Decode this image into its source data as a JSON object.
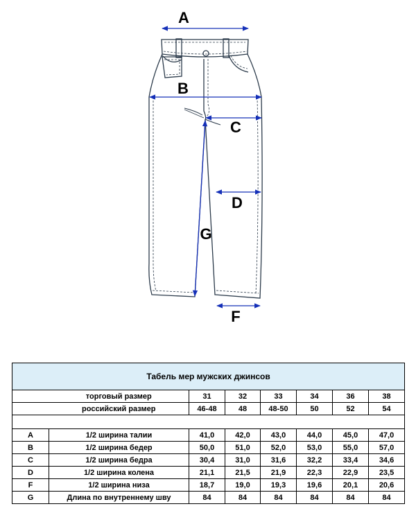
{
  "diagram": {
    "labels": {
      "A": "A",
      "B": "B",
      "C": "C",
      "D": "D",
      "F": "F",
      "G": "G"
    },
    "colors": {
      "outline": "#2b3a4a",
      "arrow": "#1530b8",
      "background": "#ffffff"
    }
  },
  "table": {
    "title": "Табель мер мужских джинсов",
    "trade_size_label": "торговый размер",
    "russian_size_label": "российский размер",
    "trade_sizes": [
      "31",
      "32",
      "33",
      "34",
      "36",
      "38"
    ],
    "russian_sizes": [
      "46-48",
      "48",
      "48-50",
      "50",
      "52",
      "54"
    ],
    "rows": [
      {
        "code": "A",
        "name": "1/2 ширина талии",
        "values": [
          "41,0",
          "42,0",
          "43,0",
          "44,0",
          "45,0",
          "47,0"
        ]
      },
      {
        "code": "B",
        "name": "1/2 ширина бедер",
        "values": [
          "50,0",
          "51,0",
          "52,0",
          "53,0",
          "55,0",
          "57,0"
        ]
      },
      {
        "code": "C",
        "name": "1/2 ширина бедра",
        "values": [
          "30,4",
          "31,0",
          "31,6",
          "32,2",
          "33,4",
          "34,6"
        ]
      },
      {
        "code": "D",
        "name": "1/2 ширина колена",
        "values": [
          "21,1",
          "21,5",
          "21,9",
          "22,3",
          "22,9",
          "23,5"
        ]
      },
      {
        "code": "F",
        "name": "1/2 ширина низа",
        "values": [
          "18,7",
          "19,0",
          "19,3",
          "19,6",
          "20,1",
          "20,6"
        ]
      },
      {
        "code": "G",
        "name": "Длина по внутреннему шву",
        "values": [
          "84",
          "84",
          "84",
          "84",
          "84",
          "84"
        ]
      }
    ],
    "colors": {
      "title_background": "#dceef8",
      "border": "#000000"
    }
  }
}
